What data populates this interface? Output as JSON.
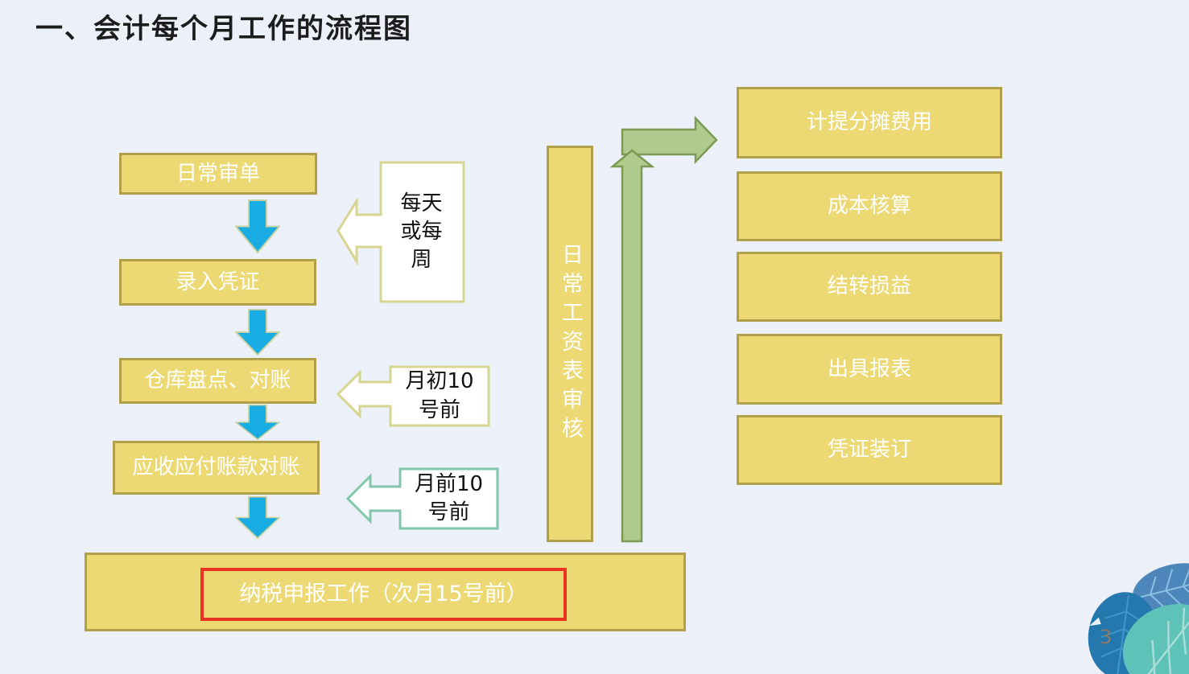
{
  "slide": {
    "title": "一、会计每个月工作的流程图",
    "page_number": "3"
  },
  "flow": {
    "left_steps": [
      "日常审单",
      "录入凭证",
      "仓库盘点、对账",
      "应收应付账款对账"
    ],
    "bottom_step": "纳税申报工作（次月15号前）",
    "callouts": [
      "每天或每周",
      "月初10号前",
      "月前10号前"
    ],
    "vertical_box": "日常工资表审核",
    "right_steps": [
      "计提分摊费用",
      "成本核算",
      "结转损益",
      "出具报表",
      "凭证装订"
    ]
  },
  "colors": {
    "background": "#ecf0f8",
    "box_fill": "#ecd974",
    "box_border": "#b0a04a",
    "box_text": "#ffffff",
    "arrow_blue": "#19ade4",
    "arrow_blue_outline": "#c9d2a0",
    "arrow_green_fill": "#aecb8d",
    "arrow_green_stroke": "#7b9a53",
    "callout_border_yellow": "#d6d691",
    "callout_border_mint": "#82c6ab",
    "highlight_red": "#ea3323",
    "leaf_dark_blue": "#2478ae",
    "leaf_medium_blue": "#4d86ba",
    "leaf_teal": "#5fc2b8",
    "page_number_color": "#8d7a68"
  }
}
